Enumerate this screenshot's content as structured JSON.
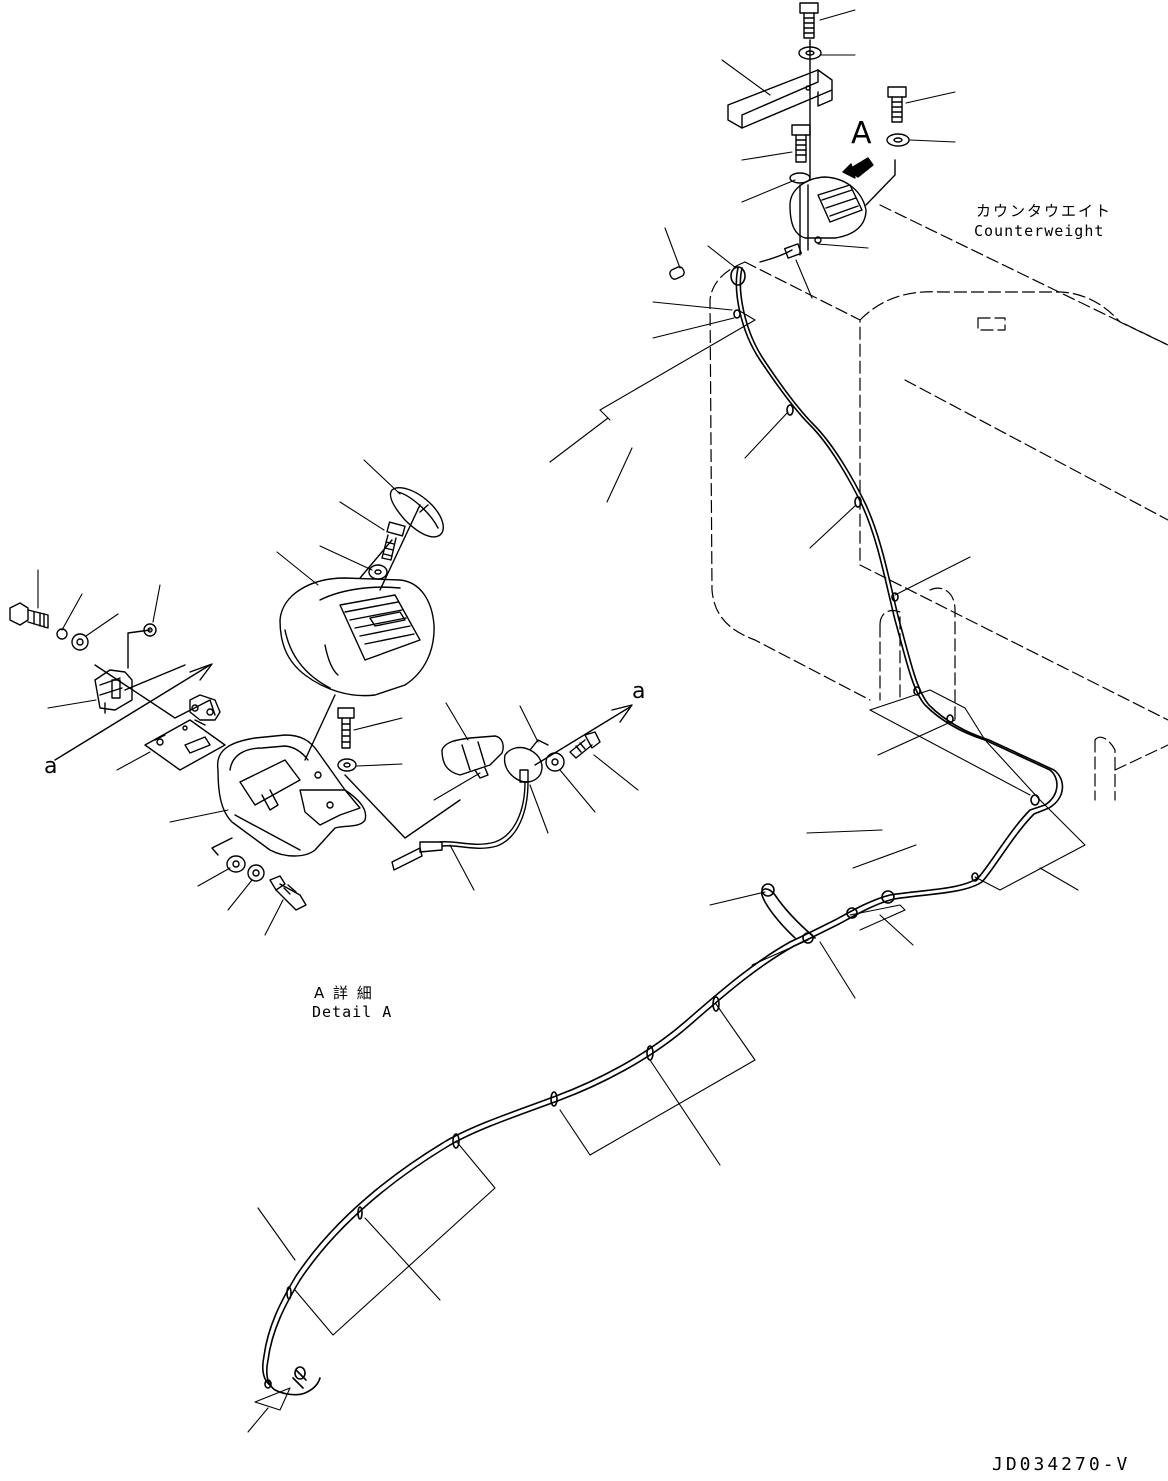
{
  "labels": {
    "counterweight_jp": "カウンタウエイト",
    "counterweight_en": "Counterweight",
    "view_marker": "A",
    "detail_jp": "A 詳 細",
    "detail_en": "Detail A",
    "ref_a_left": "a",
    "ref_a_right": "a",
    "drawing_code": "JD034270-V"
  },
  "colors": {
    "line": "#000000",
    "background": "#ffffff"
  }
}
